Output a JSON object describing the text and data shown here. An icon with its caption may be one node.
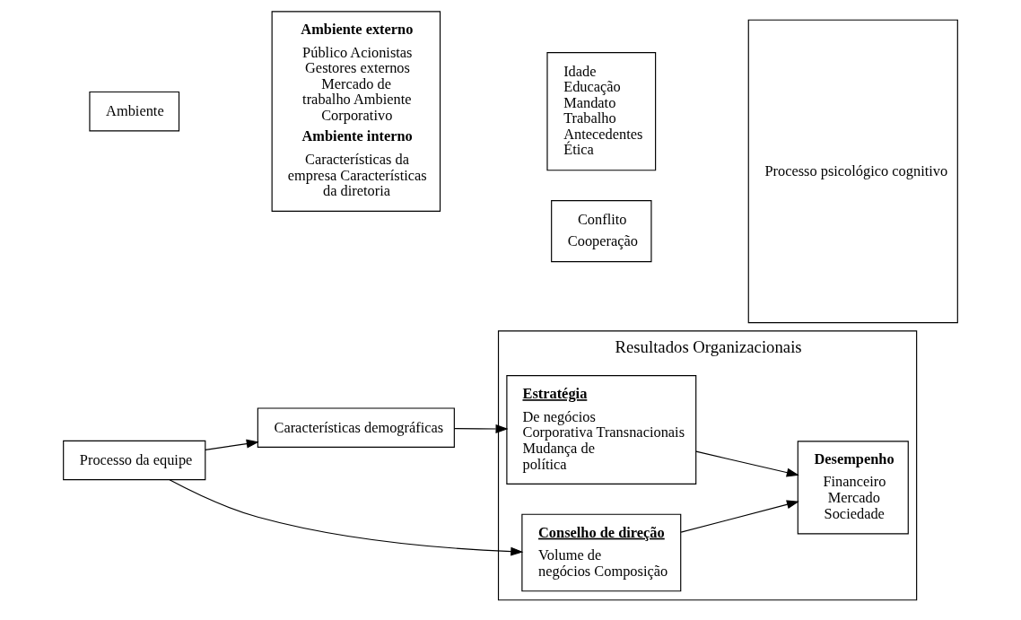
{
  "diagram": {
    "nodes": [
      {
        "text": [
          "Ambiente"
        ]
      },
      {
        "text": [
          "Ambiente externo",
          "Público Acionistas Gestores externos Mercado de trabalho Ambiente Corporativo",
          "Ambiente interno",
          "Características da empresa Características da diretoria"
        ]
      },
      {
        "text": [
          "Características demográficas"
        ]
      },
      {
        "text": [
          "Idade Educação Mandato Trabalho Antecedentes Ética"
        ]
      },
      {
        "text": [
          "Processo da equipe"
        ]
      },
      {
        "text": [
          "Conflito",
          "Cooperação"
        ]
      },
      {
        "text": [
          "Processo psicológico cognitivo"
        ]
      },
      {
        "text": [
          "Resultados Organizacionais"
        ]
      },
      {
        "text": [
          "Estratégia",
          "De negócios Corporativa Transnacionais Mudança de política"
        ],
        "in": 7
      },
      {
        "text": [
          "Conselho de direção",
          "Volume de negócios Composição"
        ],
        "in": 7
      },
      {
        "text": [
          "Desempenho",
          "Financeiro Mercado Sociedade"
        ],
        "in": 7
      }
    ],
    "edges": [
      {
        "from": 2,
        "to": 8,
        "arrow": "to"
      },
      {
        "from": 4,
        "to": 2,
        "arrow": "to"
      },
      {
        "from": 4,
        "to": 9,
        "arrow": "to"
      },
      {
        "from": 8,
        "to": 10,
        "arrow": "to"
      },
      {
        "from": 9,
        "to": 10,
        "arrow": "to"
      }
    ]
  }
}
